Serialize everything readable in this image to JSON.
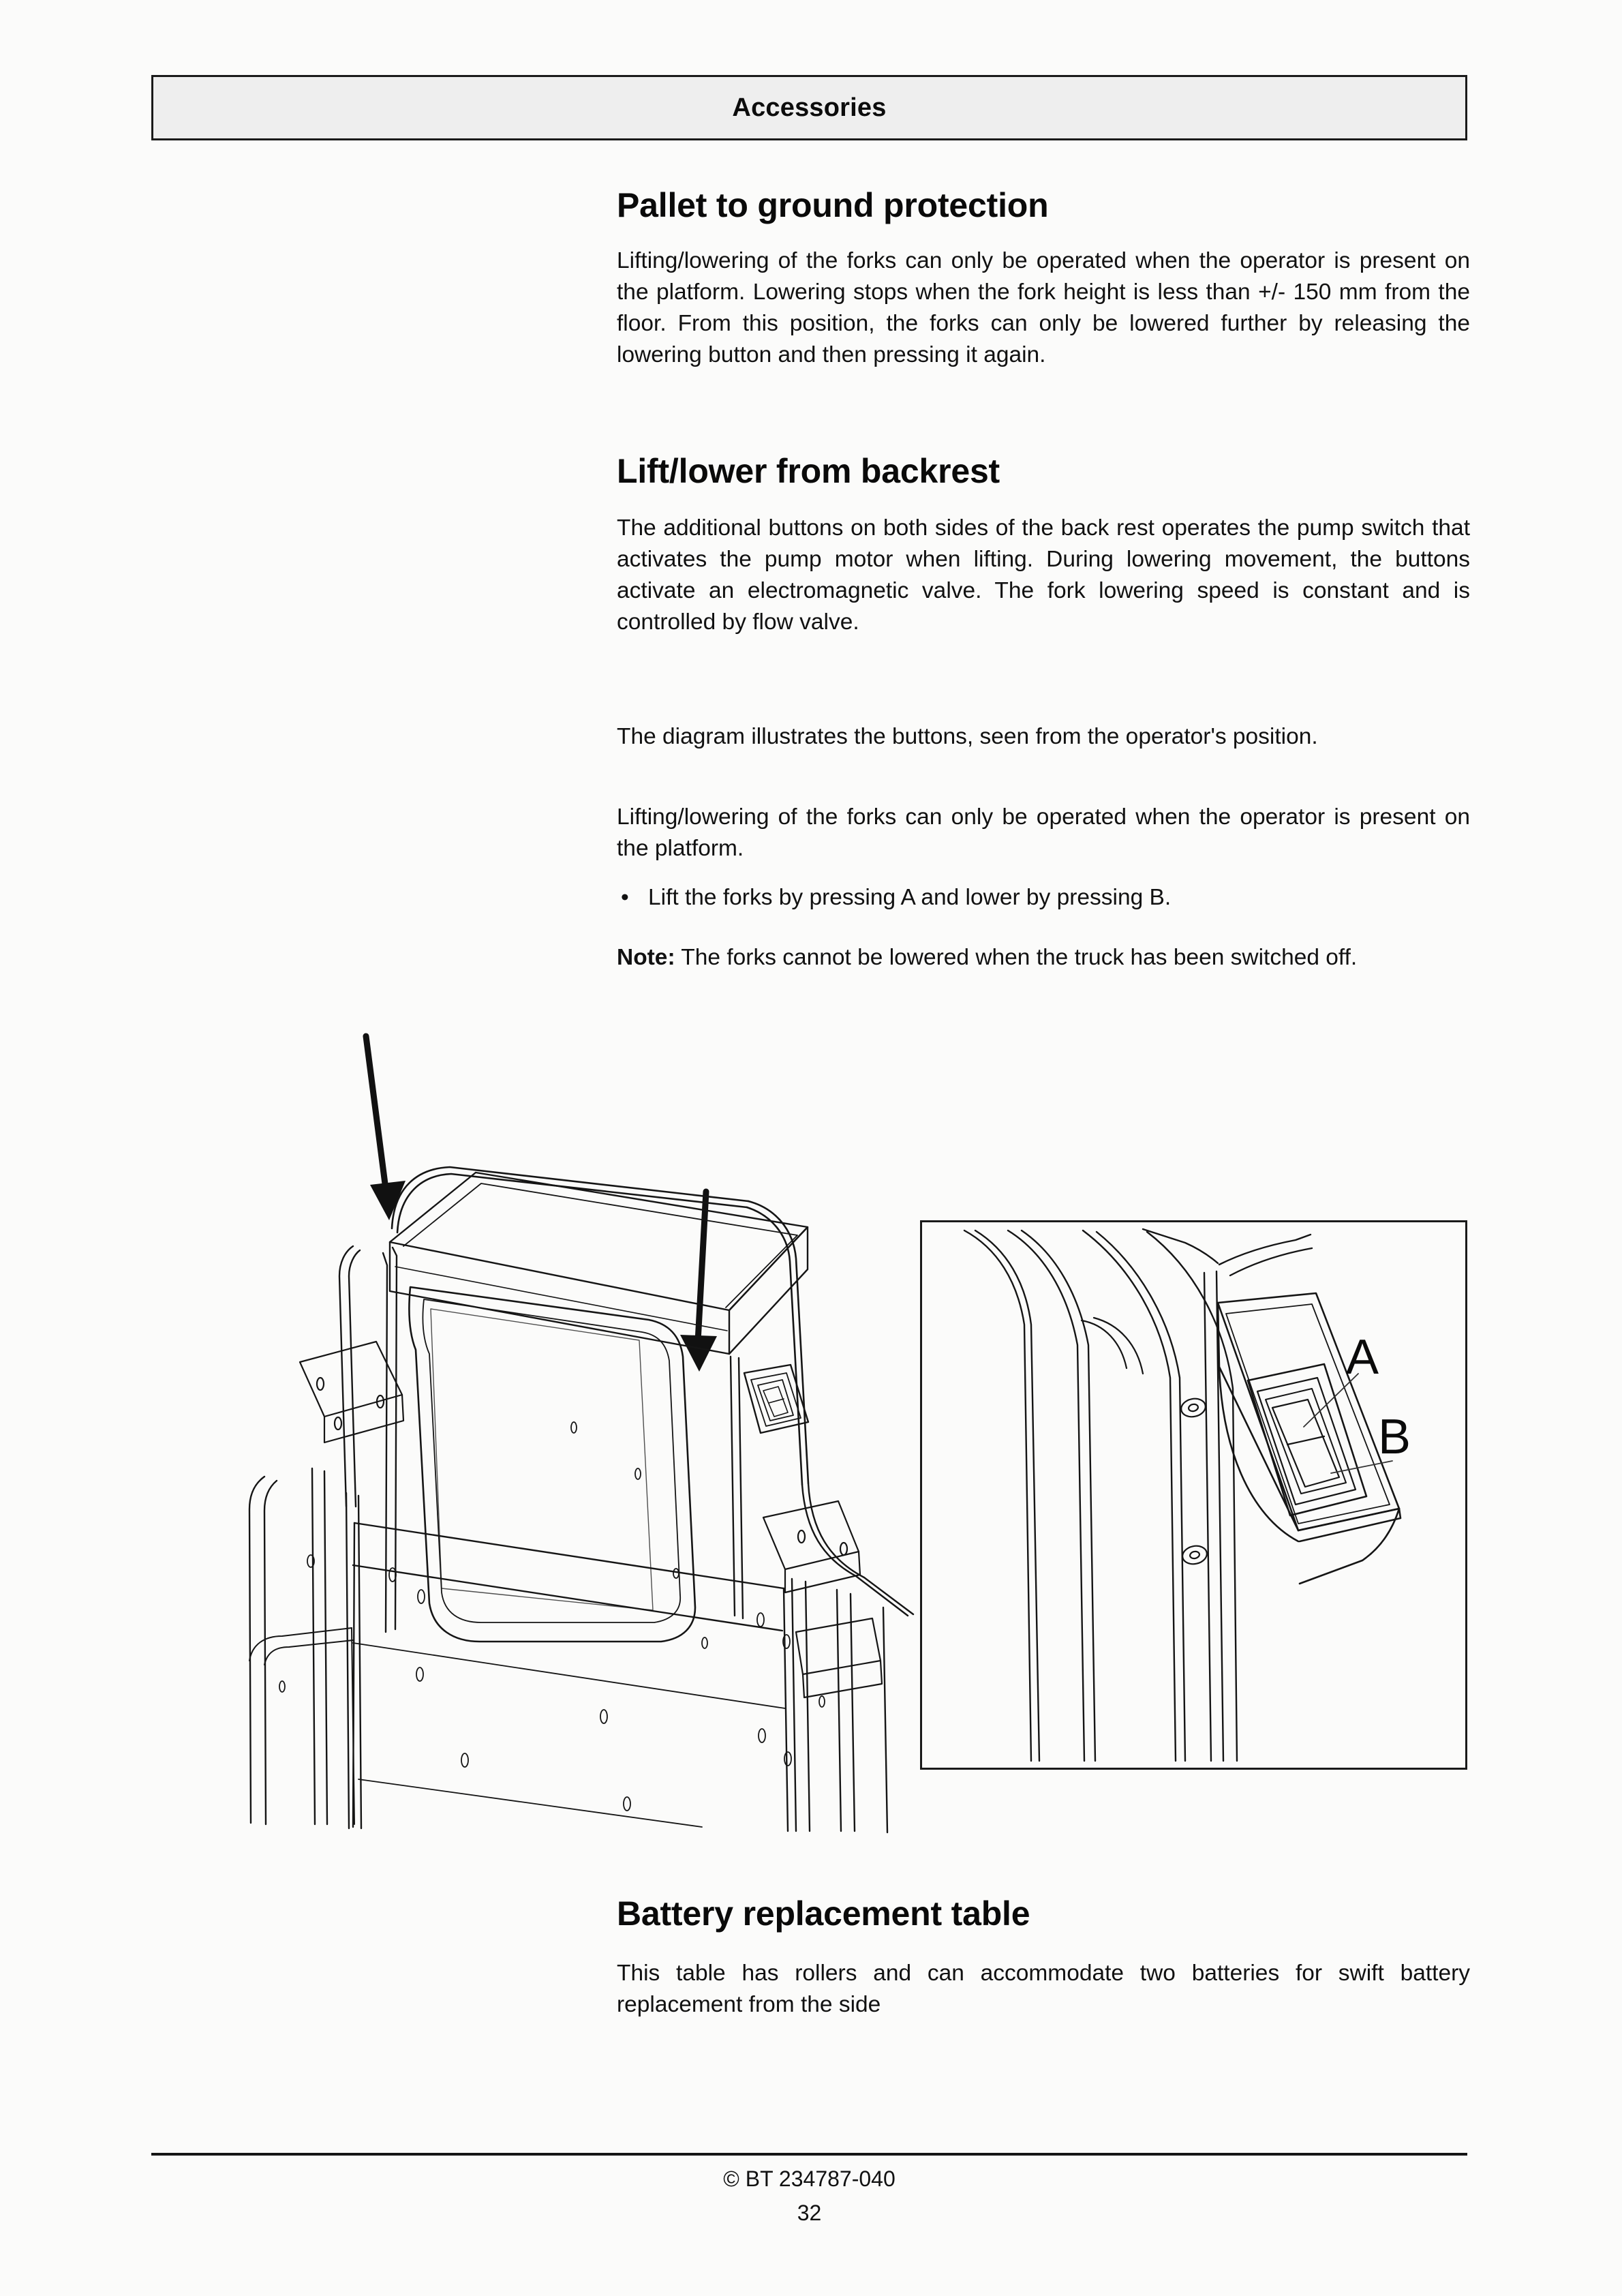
{
  "header": {
    "title": "Accessories"
  },
  "sections": {
    "pallet": {
      "heading": "Pallet to ground protection",
      "paragraph": "Lifting/lowering of the forks can only be operated when the operator is present on the platform. Lowering stops when the fork height is less than +/- 150 mm from the floor. From this position, the forks can only be lowered further by releasing the lowering button and then pressing it again."
    },
    "lift": {
      "heading": "Lift/lower from backrest",
      "paragraph1": "The additional buttons on both sides of the back rest operates the pump switch that activates the pump motor when lifting. During lowering movement, the buttons activate an electromagnetic valve. The fork lowering speed is constant and is controlled by flow valve.",
      "paragraph2": "The diagram illustrates the buttons, seen from the operator's position.",
      "paragraph3": "Lifting/lowering of the forks can only be operated when the operator is present on the platform.",
      "bullet_marker": "•",
      "bullet": "Lift the forks by pressing A and lower by pressing B.",
      "note_label": "Note:",
      "note_text": " The forks cannot be lowered when the truck has been switched off."
    },
    "battery": {
      "heading": "Battery replacement table",
      "paragraph": "This table has rollers and can accommodate two batteries for swift battery replacement from the side"
    }
  },
  "figure": {
    "callout_a": "A",
    "callout_b": "B",
    "main_caption": "",
    "line_color": "#151515"
  },
  "footer": {
    "copyright": "© BT 234787-040",
    "page_number": "32"
  }
}
